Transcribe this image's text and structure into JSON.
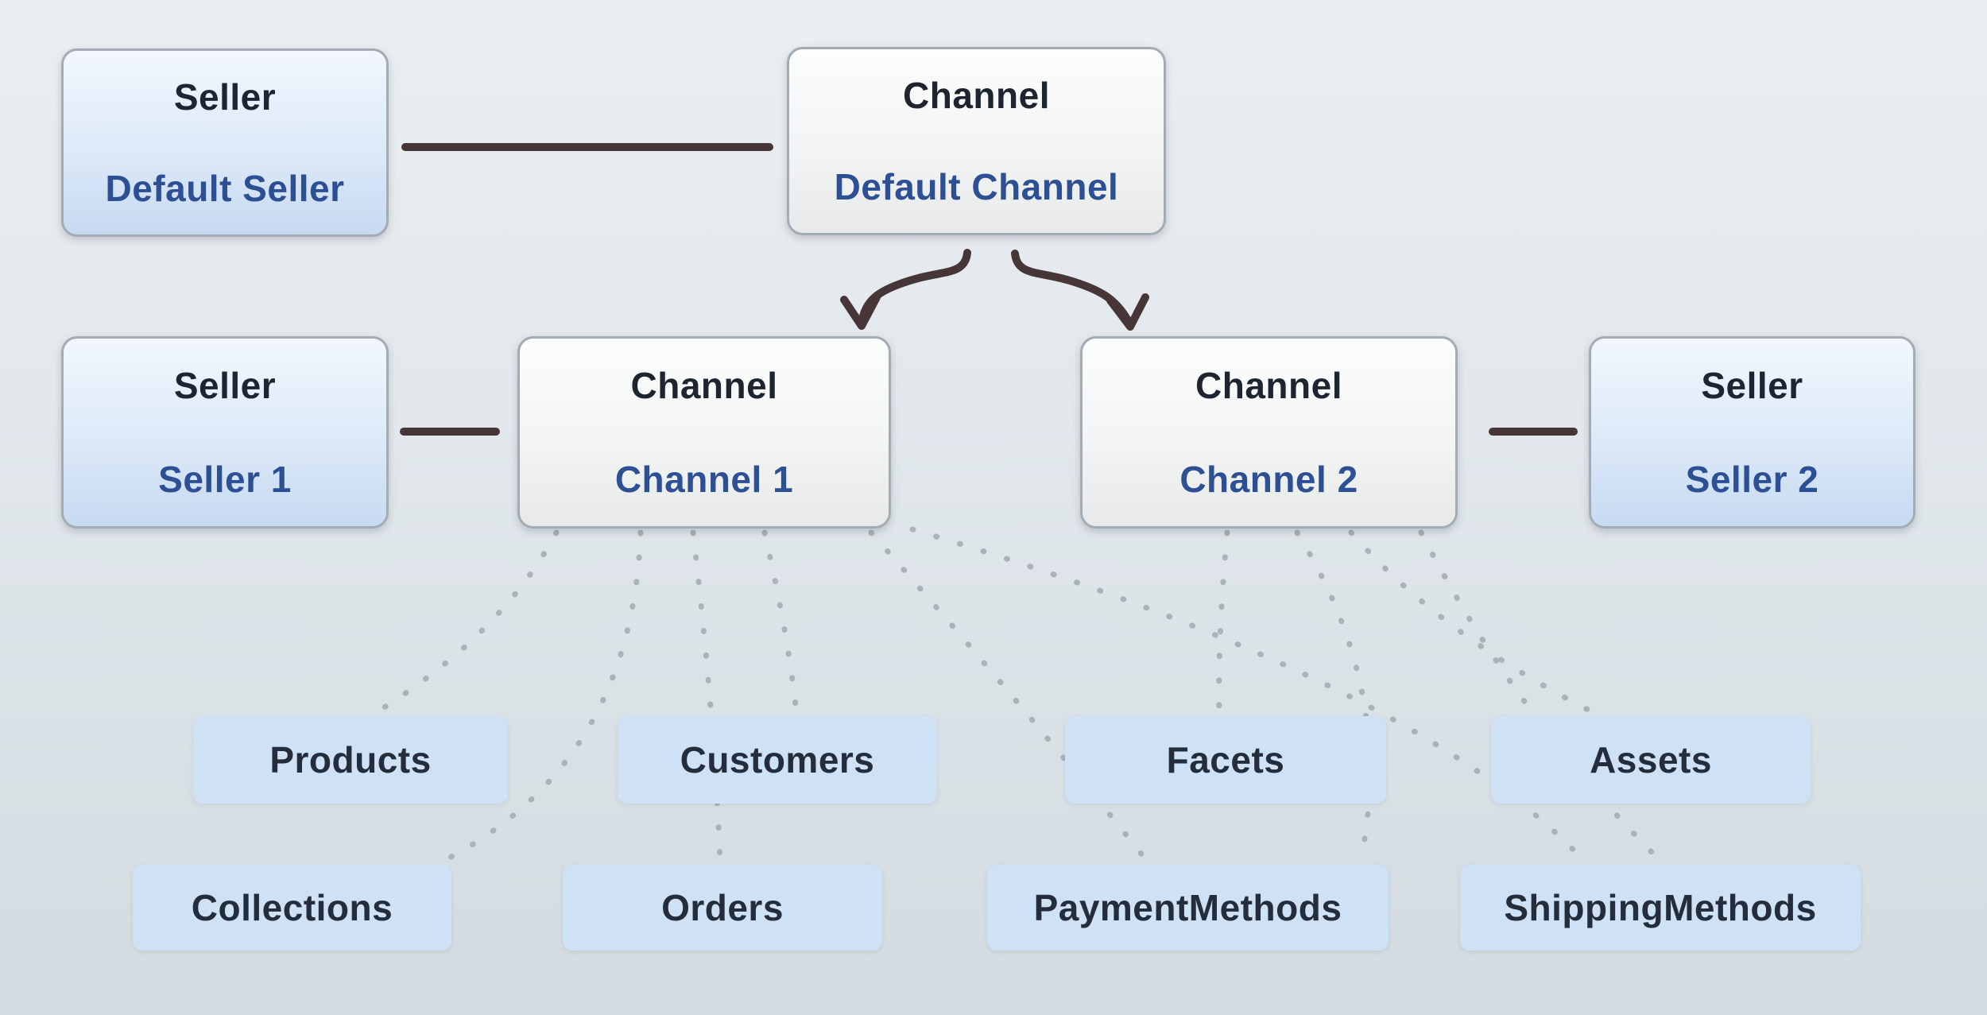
{
  "nodes": {
    "default_seller": {
      "type": "Seller",
      "name": "Default Seller"
    },
    "default_channel": {
      "type": "Channel",
      "name": "Default Channel"
    },
    "seller_1": {
      "type": "Seller",
      "name": "Seller 1"
    },
    "channel_1": {
      "type": "Channel",
      "name": "Channel 1"
    },
    "channel_2": {
      "type": "Channel",
      "name": "Channel 2"
    },
    "seller_2": {
      "type": "Seller",
      "name": "Seller 2"
    }
  },
  "entities": {
    "products": {
      "label": "Products"
    },
    "customers": {
      "label": "Customers"
    },
    "facets": {
      "label": "Facets"
    },
    "assets": {
      "label": "Assets"
    },
    "collections": {
      "label": "Collections"
    },
    "orders": {
      "label": "Orders"
    },
    "payment_methods": {
      "label": "PaymentMethods"
    },
    "shipping_methods": {
      "label": "ShippingMethods"
    }
  },
  "edges": {
    "solid": [
      {
        "from": "default_seller",
        "to": "default_channel"
      },
      {
        "from": "seller_1",
        "to": "channel_1"
      },
      {
        "from": "channel_2",
        "to": "seller_2"
      }
    ],
    "arrows": [
      {
        "from": "default_channel",
        "to": "channel_1"
      },
      {
        "from": "default_channel",
        "to": "channel_2"
      }
    ],
    "dotted": [
      {
        "from": "channel_1",
        "to": "products"
      },
      {
        "from": "channel_1",
        "to": "collections"
      },
      {
        "from": "channel_1",
        "to": "orders"
      },
      {
        "from": "channel_1",
        "to": "customers"
      },
      {
        "from": "channel_1",
        "to": "payment_methods"
      },
      {
        "from": "channel_1",
        "to": "shipping_methods"
      },
      {
        "from": "channel_2",
        "to": "facets"
      },
      {
        "from": "channel_2",
        "to": "payment_methods"
      },
      {
        "from": "channel_2",
        "to": "assets"
      },
      {
        "from": "channel_2",
        "to": "shipping_methods"
      }
    ]
  },
  "palette": {
    "background_top": "#eaeef1",
    "background_bottom": "#d2dbe0",
    "connector": "#473638",
    "dotted_line": "#a6adb3",
    "node_border": "#a3acb4",
    "seller_fill_bottom": "#c7daf1",
    "channel_fill_bottom": "#e8e9e9",
    "entity_fill": "#cfe1f5",
    "title_text": "#1d2531",
    "subtitle_text": "#2d4f93",
    "entity_text": "#232d3b"
  }
}
